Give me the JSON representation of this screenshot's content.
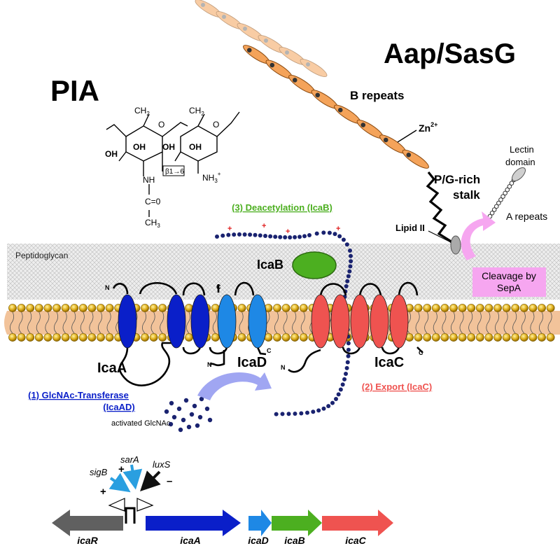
{
  "titles": {
    "pia": "PIA",
    "aap": "Aap/SasG"
  },
  "labels": {
    "b_repeats": "B repeats",
    "zn": "Zn",
    "zn_sup": "2+",
    "pg_stalk_1": "P/G-rich",
    "pg_stalk_2": "stalk",
    "lectin_1": "Lectin",
    "lectin_2": "domain",
    "a_repeats": "A repeats",
    "lipid_ii": "Lipid II",
    "cleavage_1": "Cleavage by",
    "cleavage_2": "SepA",
    "peptidoglycan": "Peptidoglycan",
    "icaB_protein": "IcaB",
    "icaA_protein": "IcaA",
    "icaD_protein": "IcaD",
    "icaC_protein": "IcaC",
    "activated_glcnac": "activated GlcNAc",
    "n_term": "N",
    "c_term": "C",
    "plus": "+",
    "minus": "–"
  },
  "processes": {
    "deacetylation": "(3) Deacetylation (IcaB)",
    "transferase_1": "(1) GlcNAc-Transferase",
    "transferase_2": "(IcaAD)",
    "export": "(2) Export (IcaC)"
  },
  "chem": {
    "ch2": "CH",
    "sub2": "2",
    "oh": "OH",
    "nh": "NH",
    "nh3": "NH",
    "sub3": "3",
    "plus": "+",
    "linkage": "β1→6",
    "co": "C=0",
    "ch3": "CH",
    "o": "O"
  },
  "genes": {
    "regulators": [
      "sigB",
      "sarA",
      "luxS"
    ],
    "operon": [
      "icaR",
      "icaA",
      "icaD",
      "icaB",
      "icaC"
    ]
  },
  "colors": {
    "icaA": "#0a1fc9",
    "icaD": "#1e88e5",
    "icaB": "#4caf20",
    "icaC": "#ef5350",
    "icaR": "#606060",
    "bead": "#1a2370",
    "aap": "#f4a35a",
    "cleavage": "#f6a6f0"
  }
}
